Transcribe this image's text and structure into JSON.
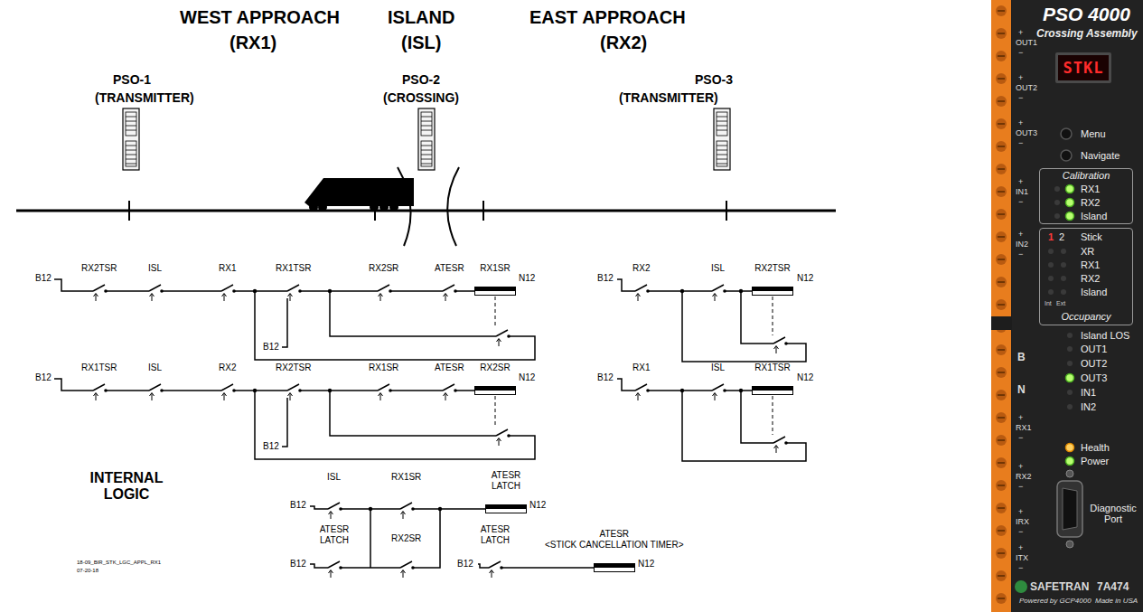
{
  "diagram": {
    "nodes": [
      {
        "text": [
          "RX1SR"
        ]
      },
      {
        "text": [
          "RX2TSR"
        ]
      },
      {
        "text": [
          "RX2SR"
        ]
      },
      {
        "text": [
          "RX1TSR"
        ]
      },
      {
        "text": [
          "ATESR LATCH"
        ]
      },
      {
        "text": [
          "ATESR",
          "<STICK CANCELLATION TIMER>"
        ]
      },
      {
        "text": [
          "STKL"
        ]
      },
      {
        "text": [
          "Calibration"
        ]
      },
      {
        "text": [
          "Occupancy"
        ]
      }
    ],
    "labels": [
      "WEST APPROACH",
      "(RX1)",
      "ISLAND",
      "(ISL)",
      "EAST APPROACH",
      "(RX2)",
      "PSO-1",
      "(TRANSMITTER)",
      "PSO-2",
      "(CROSSING)",
      "PSO-3",
      "(TRANSMITTER)",
      "B12",
      "RX2TSR",
      "ISL",
      "RX1",
      "RX1TSR",
      "RX2SR",
      "ATESR",
      "N12",
      "B12",
      "B12",
      "RX1TSR",
      "ISL",
      "RX2",
      "RX2TSR",
      "RX1SR",
      "ATESR",
      "N12",
      "B12",
      "B12",
      "RX2",
      "ISL",
      "N12",
      "B12",
      "RX1",
      "ISL",
      "N12",
      "INTERNAL LOGIC",
      "ISL",
      "RX1SR",
      "B12",
      "N12",
      "ATESR LATCH",
      "RX2SR",
      "B12",
      "ATESR LATCH",
      "B12",
      "N12",
      "18-09_BIR_STK_LGC_APPL_RX1",
      "07-20-18",
      "+",
      "OUT1",
      "−",
      "+",
      "OUT2",
      "−",
      "+",
      "OUT3",
      "−",
      "+",
      "IN1",
      "−",
      "+",
      "IN2",
      "−",
      "B",
      "N",
      "+",
      "RX1",
      "−",
      "+",
      "RX2",
      "−",
      "+",
      "IRX",
      "−",
      "+",
      "ITX",
      "−",
      "PSO 4000",
      "Crossing Assembly",
      "Menu",
      "Navigate",
      "RX1",
      "RX2",
      "Island",
      "1",
      "2",
      "Stick",
      "XR",
      "RX1",
      "RX2",
      "Island",
      "Int",
      "Ext",
      "Island LOS",
      "OUT1",
      "OUT2",
      "OUT3",
      "IN1",
      "IN2",
      "Health",
      "Power",
      "Diagnostic Port",
      "SAFETRAN",
      "7A474",
      "Powered by GCP4000",
      "Made in USA"
    ]
  }
}
